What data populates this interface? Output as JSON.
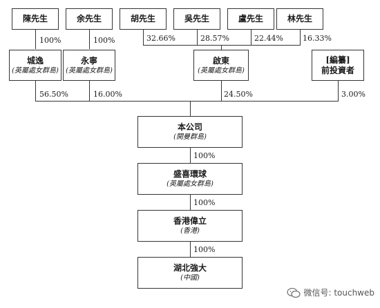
{
  "persons": [
    {
      "name": "陳先生"
    },
    {
      "name": "余先生"
    },
    {
      "name": "胡先生"
    },
    {
      "name": "吳先生"
    },
    {
      "name": "盧先生"
    },
    {
      "name": "林先生"
    }
  ],
  "person_pcts": [
    "100%",
    "100%",
    "32.66%",
    "28.57%",
    "22.44%",
    "16.33%"
  ],
  "holders": [
    {
      "name": "城逸",
      "sub": "(英屬處女群島)"
    },
    {
      "name": "永寧",
      "sub": "(英屬處女群島)"
    },
    {
      "name": "啟東",
      "sub": "(英屬處女群島)"
    },
    {
      "name": "[編纂]",
      "name2": "前投資者"
    }
  ],
  "holder_pcts": [
    "56.50%",
    "16.00%",
    "24.50%",
    "3.00%"
  ],
  "chain": [
    {
      "name": "本公司",
      "sub": "(開曼群島)"
    },
    {
      "name": "盛喜環球",
      "sub": "(英屬處女群島)"
    },
    {
      "name": "香港偉立",
      "sub": "(香港)"
    },
    {
      "name": "湖北強大",
      "sub": "(中國)"
    }
  ],
  "chain_pcts": [
    "100%",
    "100%",
    "100%"
  ],
  "watermark": {
    "text": "微信号: touchweb",
    "icon": "wechat-icon"
  },
  "colors": {
    "line": "#333333",
    "text": "#1a1a1a"
  }
}
